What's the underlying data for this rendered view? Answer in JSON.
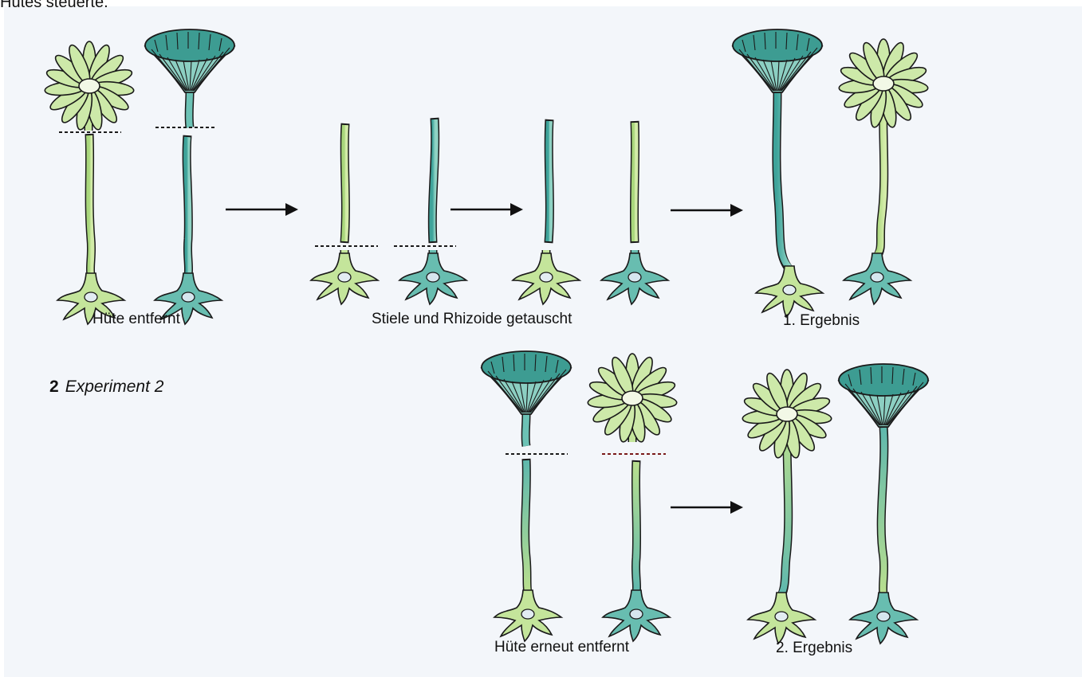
{
  "header_fragment": "Hutes steuerte.",
  "experiment": {
    "number": "2",
    "title": "Experiment 2"
  },
  "captions": {
    "hats_removed": "Hüte entfernt",
    "swapped": "Stiele und Rhizoide getauscht",
    "result1": "1. Ergebnis",
    "hats_removed_again": "Hüte erneut entfernt",
    "result2": "2. Ergebnis"
  },
  "colors": {
    "light_green": "#b9df8e",
    "teal": "#5fb8ad",
    "dark_teal": "#2e8f84",
    "cut_line": "#7a1a1a",
    "arrow": "#111111"
  }
}
